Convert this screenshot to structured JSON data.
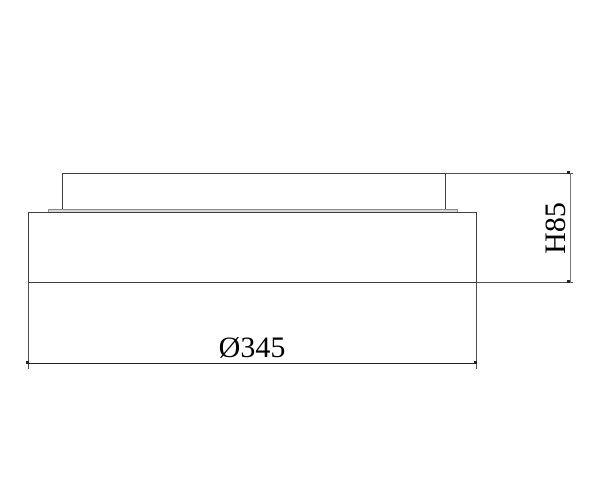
{
  "drawing": {
    "type": "technical-drawing",
    "subject": "round-ceiling-lamp-side-view",
    "dimensions": {
      "diameter": {
        "label": "Ø345",
        "value": 345
      },
      "height": {
        "label": "H85",
        "value": 85
      }
    },
    "colors": {
      "outline": "#3f3f3f",
      "flange_fill": "#d6d6d6",
      "flange_border": "#8c8c8c",
      "dimension_line": "#222222",
      "dimension_line_light": "#7a7a7a",
      "extension_line": "#4f4f4f",
      "label_text": "#000000"
    }
  }
}
